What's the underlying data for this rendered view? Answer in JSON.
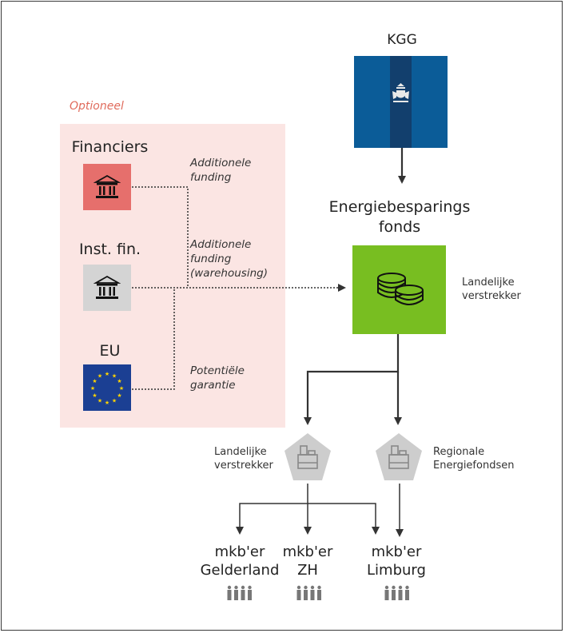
{
  "optional": {
    "title": "Optioneel"
  },
  "sources": [
    {
      "label": "Financiers",
      "note_lines": [
        "Additionele",
        "funding"
      ],
      "icon": "bank-icon",
      "color": "#e66f6c"
    },
    {
      "label": "Inst. fin.",
      "note_lines": [
        "Additionele",
        "funding",
        "(warehousing)"
      ],
      "icon": "bank-icon",
      "color": "#d4d4d4"
    },
    {
      "label": "EU",
      "note_lines": [
        "Potentiële",
        "garantie"
      ],
      "icon": "eu-flag-icon",
      "color": "#1b3f93"
    }
  ],
  "kgg": {
    "label": "KGG",
    "icon": "rijksoverheid-logo-icon",
    "color": "#0b5c98"
  },
  "fund": {
    "label_lines": [
      "Energiebesparings",
      "fonds"
    ],
    "side_label_lines": [
      "Landelijke",
      "verstrekker"
    ],
    "icon": "coins-icon",
    "color": "#78be21"
  },
  "lenders": [
    {
      "label_lines": [
        "Landelijke",
        "verstrekker"
      ],
      "icon": "cash-register-icon"
    },
    {
      "label_lines": [
        "Regionale",
        "Energiefondsen"
      ],
      "icon": "cash-register-icon"
    }
  ],
  "recipients": [
    {
      "label_lines": [
        "mkb'er",
        "Gelderland"
      ],
      "icon": "people-icon"
    },
    {
      "label_lines": [
        "mkb'er",
        "ZH"
      ],
      "icon": "people-icon"
    },
    {
      "label_lines": [
        "mkb'er",
        "Limburg"
      ],
      "icon": "people-icon"
    }
  ]
}
